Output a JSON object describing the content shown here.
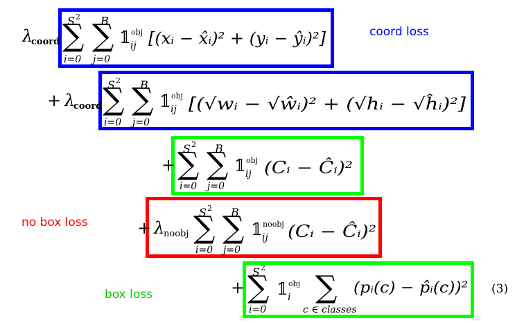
{
  "equation": {
    "terms": [
      {
        "id": "coord-xy",
        "lambda": "λ",
        "lambda_sub": "coord",
        "sum_outer": {
          "top": "S",
          "top_exp": "2",
          "bottom": "i=0"
        },
        "sum_inner": {
          "top": "B",
          "bottom": "j=0"
        },
        "indicator": "𝟙",
        "indicator_sup": "obj",
        "indicator_sub": "ij",
        "body": "[(xᵢ − x̂ᵢ)² + (yᵢ − ŷᵢ)²]",
        "box_color": "#0000ff"
      },
      {
        "id": "coord-wh",
        "prefix": "+",
        "lambda": "λ",
        "lambda_sub": "coord",
        "sum_outer": {
          "top": "S",
          "top_exp": "2",
          "bottom": "i=0"
        },
        "sum_inner": {
          "top": "B",
          "bottom": "j=0"
        },
        "indicator": "𝟙",
        "indicator_sup": "obj",
        "indicator_sub": "ij",
        "body": "[(√wᵢ − √ŵᵢ)² + (√hᵢ − √ĥᵢ)²]",
        "box_color": "#0000ff"
      },
      {
        "id": "obj-conf",
        "prefix": "+",
        "sum_outer": {
          "top": "S",
          "top_exp": "2",
          "bottom": "i=0"
        },
        "sum_inner": {
          "top": "B",
          "bottom": "j=0"
        },
        "indicator": "𝟙",
        "indicator_sup": "obj",
        "indicator_sub": "ij",
        "body": "(Cᵢ − Ĉᵢ)²",
        "box_color": "#00ff00"
      },
      {
        "id": "noobj-conf",
        "prefix": "+",
        "lambda": "λ",
        "lambda_sub": "noobj",
        "sum_outer": {
          "top": "S",
          "top_exp": "2",
          "bottom": "i=0"
        },
        "sum_inner": {
          "top": "B",
          "bottom": "j=0"
        },
        "indicator": "𝟙",
        "indicator_sup": "noobj",
        "indicator_sub": "ij",
        "body": "(Cᵢ − Ĉᵢ)²",
        "box_color": "#ff0000"
      },
      {
        "id": "class",
        "prefix": "+",
        "sum_outer": {
          "top": "S",
          "top_exp": "2",
          "bottom": "i=0"
        },
        "indicator": "𝟙",
        "indicator_sup": "obj",
        "indicator_sub": "i",
        "sum_class": {
          "bottom": "c ∈ classes"
        },
        "body": "(pᵢ(c) − p̂ᵢ(c))²",
        "box_color": "#00ff00"
      }
    ],
    "equation_number": "(3)"
  },
  "annotations": {
    "coord_loss": {
      "text": "coord loss",
      "color": "#0000ff"
    },
    "no_box_loss": {
      "text": "no box loss",
      "color": "#ff0000"
    },
    "box_loss": {
      "text": "box loss",
      "color": "#00cc00"
    }
  }
}
